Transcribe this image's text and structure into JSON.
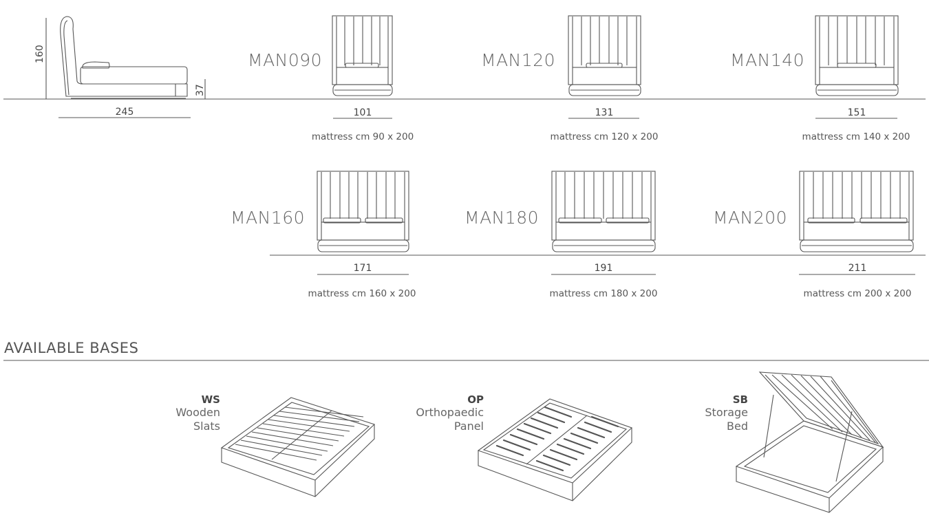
{
  "side_view": {
    "height": "160",
    "base_height": "37",
    "length": "245"
  },
  "beds_row1": [
    {
      "model": "MAN090",
      "width": "101",
      "mattress": "mattress cm 90 x 200"
    },
    {
      "model": "MAN120",
      "width": "131",
      "mattress": "mattress cm 120 x 200"
    },
    {
      "model": "MAN140",
      "width": "151",
      "mattress": "mattress cm 140 x 200"
    }
  ],
  "beds_row2": [
    {
      "model": "MAN160",
      "width": "171",
      "mattress": "mattress cm 160 x 200"
    },
    {
      "model": "MAN180",
      "width": "191",
      "mattress": "mattress cm 180 x 200"
    },
    {
      "model": "MAN200",
      "width": "211",
      "mattress": "mattress cm 200 x 200"
    }
  ],
  "bases_section": {
    "title": "AVAILABLE BASES"
  },
  "bases": [
    {
      "code": "WS",
      "line1": "Wooden",
      "line2": "Slats"
    },
    {
      "code": "OP",
      "line1": "Orthopaedic",
      "line2": "Panel"
    },
    {
      "code": "SB",
      "line1": "Storage",
      "line2": "Bed"
    }
  ]
}
